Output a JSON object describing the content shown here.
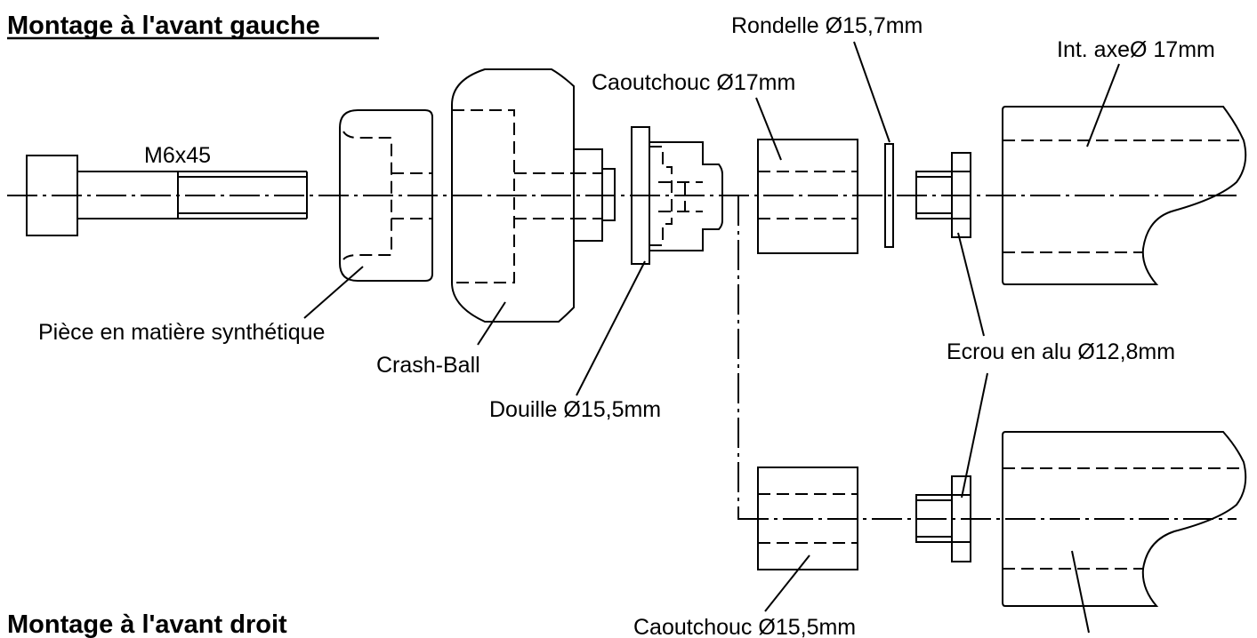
{
  "titles": {
    "front_left": "Montage à l'avant gauche",
    "front_right": "Montage à l'avant droit"
  },
  "labels": {
    "bolt": "M6x45",
    "synthetic_part": "Pièce en matière synthétique",
    "crash_ball": "Crash-Ball",
    "bushing": "Douille Ø15,5mm",
    "rubber_17": "Caoutchouc Ø17mm",
    "washer": "Rondelle Ø15,7mm",
    "axle_interior": "Int. axeØ 17mm",
    "alu_nut": "Ecrou en alu Ø12,8mm",
    "rubber_15_5": "Caoutchouc Ø15,5mm"
  }
}
